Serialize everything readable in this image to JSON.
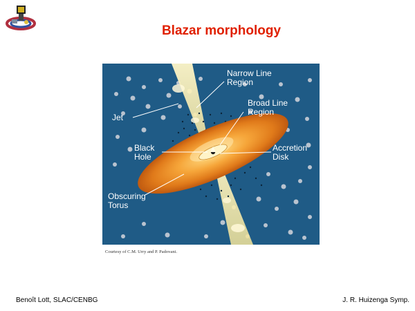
{
  "slide": {
    "title": "Blazar morphology",
    "footer_left": "Benoît Lott, SLAC/CENBG",
    "footer_right": "J. R. Huizenga Symp.",
    "logo_icon": "glast-satellite-logo-icon",
    "title_color": "#e02000"
  },
  "diagram": {
    "background_color": "#1f5b86",
    "labels": {
      "narrow_line_region_1": "Narrow Line",
      "narrow_line_region_2": "Region",
      "broad_line_region_1": "Broad Line",
      "broad_line_region_2": "Region",
      "jet": "Jet",
      "black_hole_1": "Black",
      "black_hole_2": "Hole",
      "accretion_disk_1": "Accretion",
      "accretion_disk_2": "Disk",
      "obscuring_torus_1": "Obscuring",
      "obscuring_torus_2": "Torus"
    },
    "credit": "Courtesy of C.M. Urry and P. Padovani."
  }
}
